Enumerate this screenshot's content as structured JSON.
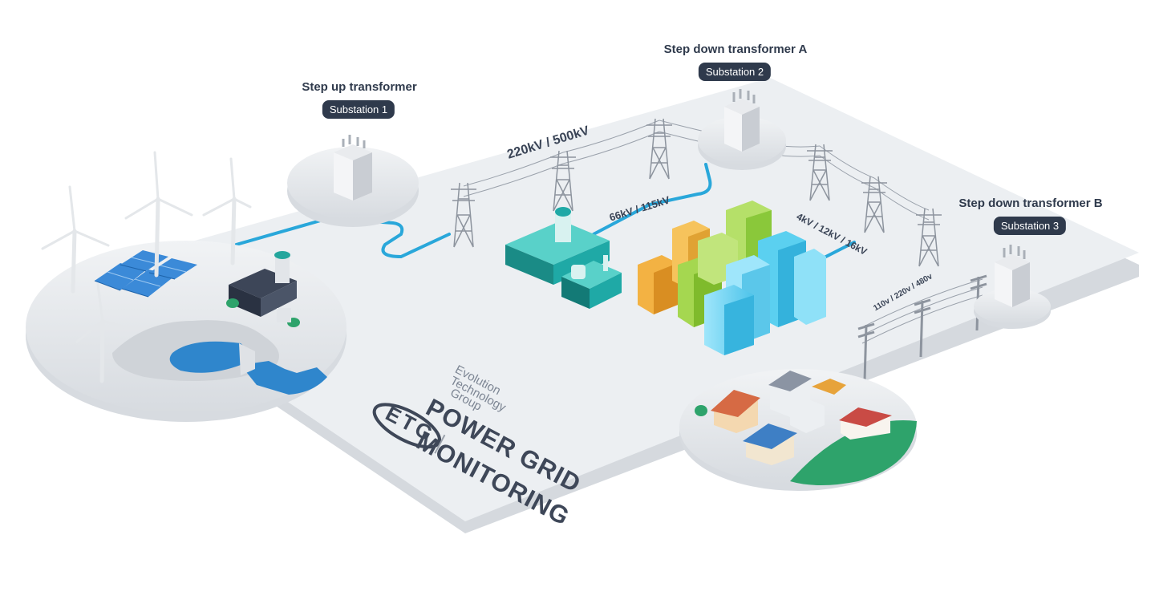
{
  "substations": [
    {
      "title": "Step up transformer",
      "label": "Substation 1"
    },
    {
      "title": "Step down transformer A",
      "label": "Substation 2"
    },
    {
      "title": "Step down transformer B",
      "label": "Substation 3"
    }
  ],
  "voltages": {
    "transmission": "220kV / 500kV",
    "subtransmission": "66kV / 115kV",
    "distribution": "4kV / 12kV / 16kV",
    "consumer": "110v / 220v / 480v"
  },
  "brand": {
    "logo_text": "ETG",
    "name_line1": "Evolution",
    "name_line2": "Technology",
    "name_line3": "Group",
    "headline_line1": "POWER GRID",
    "headline_line2": "MONITORING"
  },
  "colors": {
    "platform": "#eceff2",
    "platform_edge": "#d5d9de",
    "line": "#29a7da",
    "text": "#2f3a4c",
    "teal": "#1fa9a6",
    "lime": "#a5d750",
    "orange": "#f3b243",
    "sky": "#5bd0f0",
    "grass": "#2ea36b"
  }
}
